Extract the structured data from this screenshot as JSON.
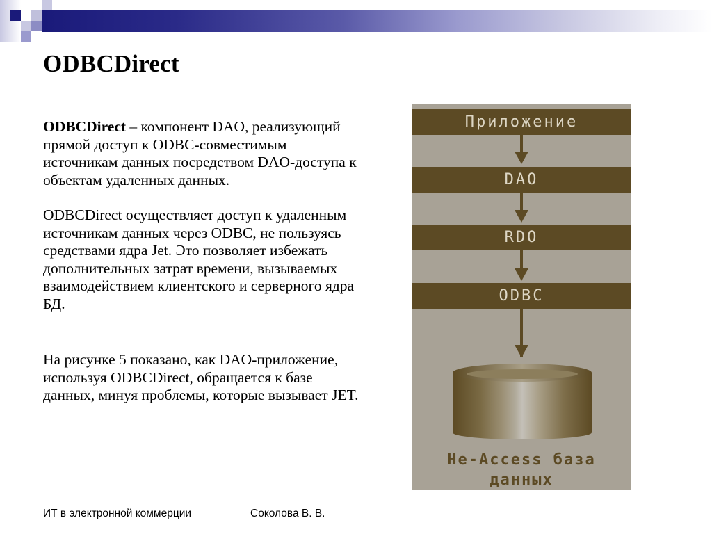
{
  "header": {
    "band_colors": {
      "start": "#1a1a7a",
      "end": "#ffffff"
    },
    "squares": [
      "#1a1a7a",
      "#c8c8e2",
      "#9a9ace",
      "#dcdcee"
    ]
  },
  "slide": {
    "title": "ODBCDirect",
    "paragraphs": [
      {
        "bold": "ODBCDirect",
        "text": " – компонент DAO, реализующий прямой доступ к ODBC-совместимым источникам данных посредством DAO-доступа к объектам удаленных данных."
      },
      {
        "text": "ODBCDirect осуществляет доступ к удаленным источникам данных через ODBC, не пользуясь средствами ядра Jet. Это позволяет избежать дополнительных затрат времени, вызываемых взаимодействием клиентского и серверного ядра БД."
      },
      {
        "text": "На рисунке 5 показано, как DAO-приложение, используя ODBCDirect, обращается к базе данных, минуя проблемы, которые вызывает JET."
      }
    ]
  },
  "figure": {
    "colors": {
      "background": "#a8a296",
      "layer": "#5c4a24",
      "layer_text": "#ddd6c4"
    },
    "layers": [
      {
        "label": "Приложение"
      },
      {
        "label": "DAO"
      },
      {
        "label": "RDO"
      },
      {
        "label": "ODBC"
      }
    ],
    "database_label_line1": "Не-Access база",
    "database_label_line2": "данных"
  },
  "footer": {
    "course": "ИТ в электронной коммерции",
    "author": "Соколова В. В."
  }
}
